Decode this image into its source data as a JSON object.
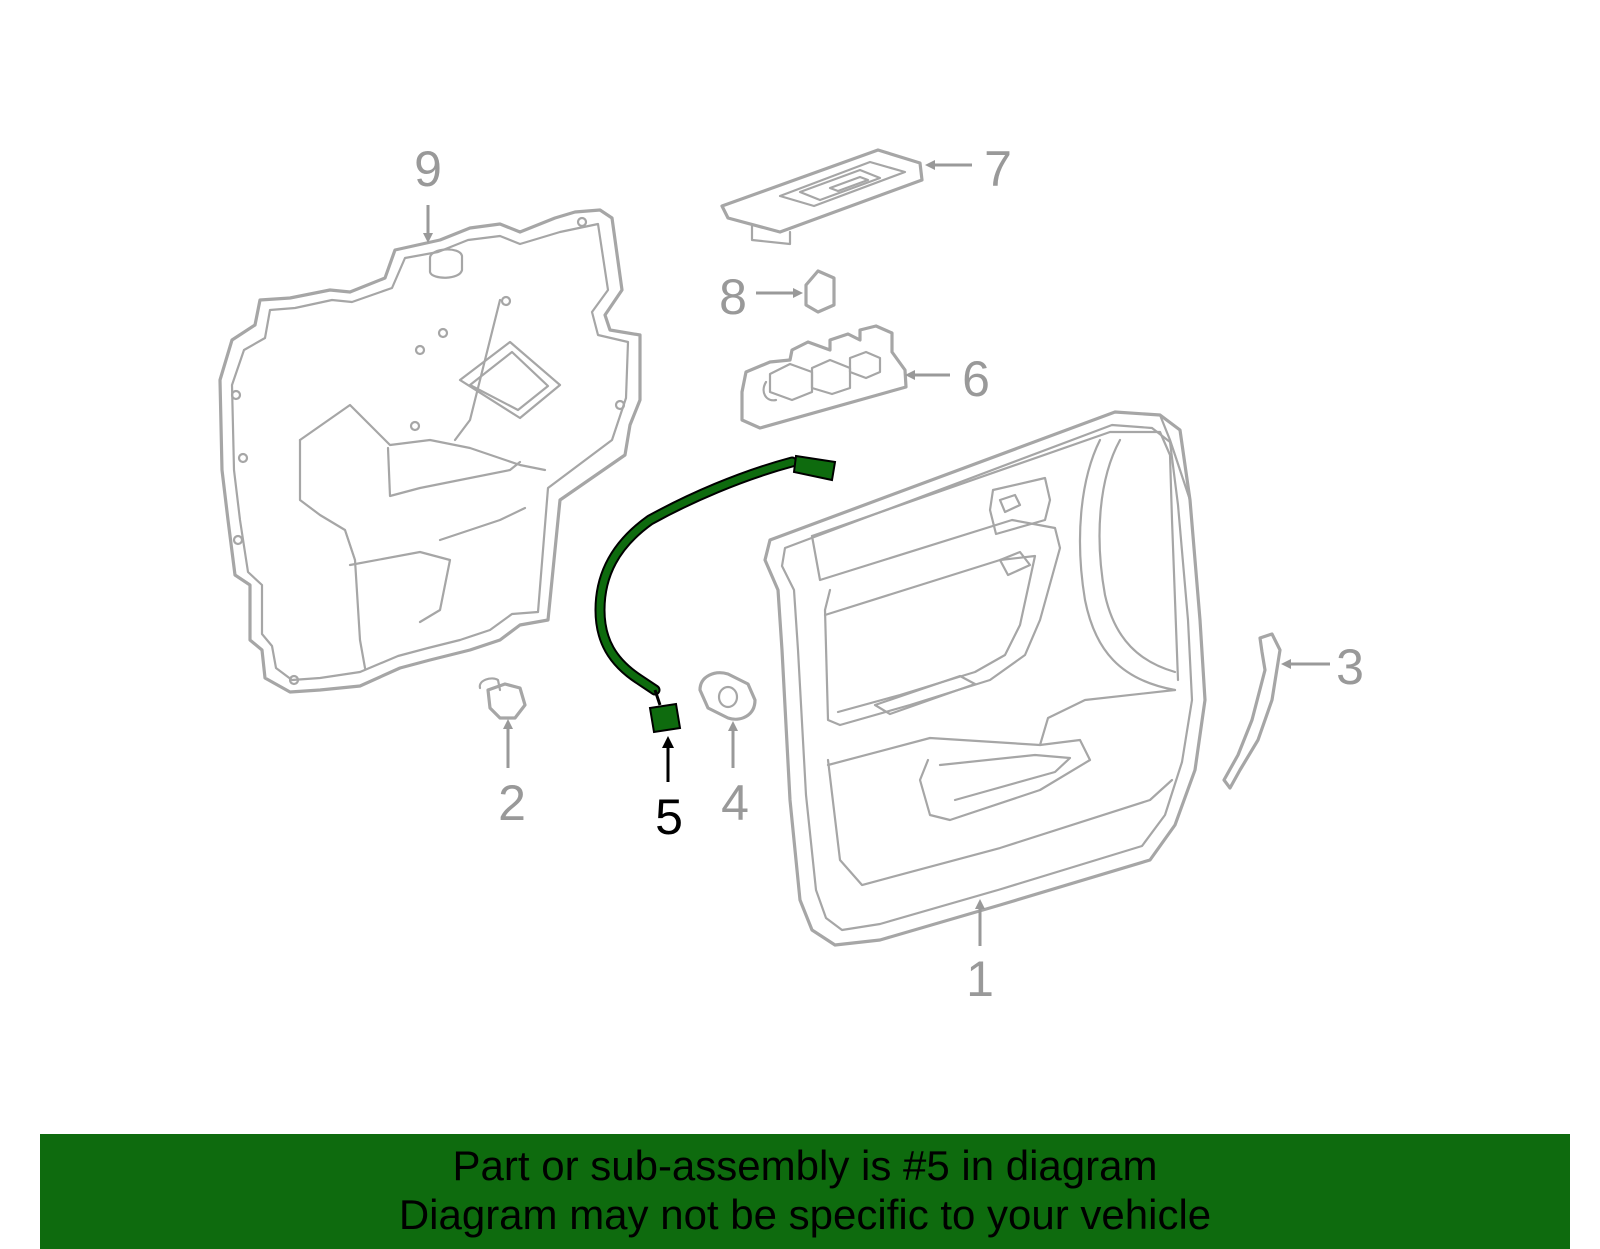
{
  "colors": {
    "part_outline": "#a6a6a6",
    "highlight_fill": "#0e6b0e",
    "highlight_stroke": "#000000",
    "callout_gray": "#999999",
    "callout_active": "#000000",
    "banner_background": "#0e6b0e",
    "banner_text": "#000000"
  },
  "callouts": [
    {
      "id": "1",
      "label": "1",
      "part": "door-trim-panel",
      "highlighted": false
    },
    {
      "id": "2",
      "label": "2",
      "part": "retainer-clip",
      "highlighted": false
    },
    {
      "id": "3",
      "label": "3",
      "part": "trim-strip",
      "highlighted": false
    },
    {
      "id": "4",
      "label": "4",
      "part": "grommet",
      "highlighted": false
    },
    {
      "id": "5",
      "label": "5",
      "part": "wiring-harness",
      "highlighted": true
    },
    {
      "id": "6",
      "label": "6",
      "part": "window-switch",
      "highlighted": false
    },
    {
      "id": "7",
      "label": "7",
      "part": "switch-bezel",
      "highlighted": false
    },
    {
      "id": "8",
      "label": "8",
      "part": "small-switch",
      "highlighted": false
    },
    {
      "id": "9",
      "label": "9",
      "part": "water-deflector",
      "highlighted": false
    }
  ],
  "banner": {
    "line1": "Part or sub-assembly is #5 in diagram",
    "line2": "Diagram may not be specific to your vehicle"
  }
}
